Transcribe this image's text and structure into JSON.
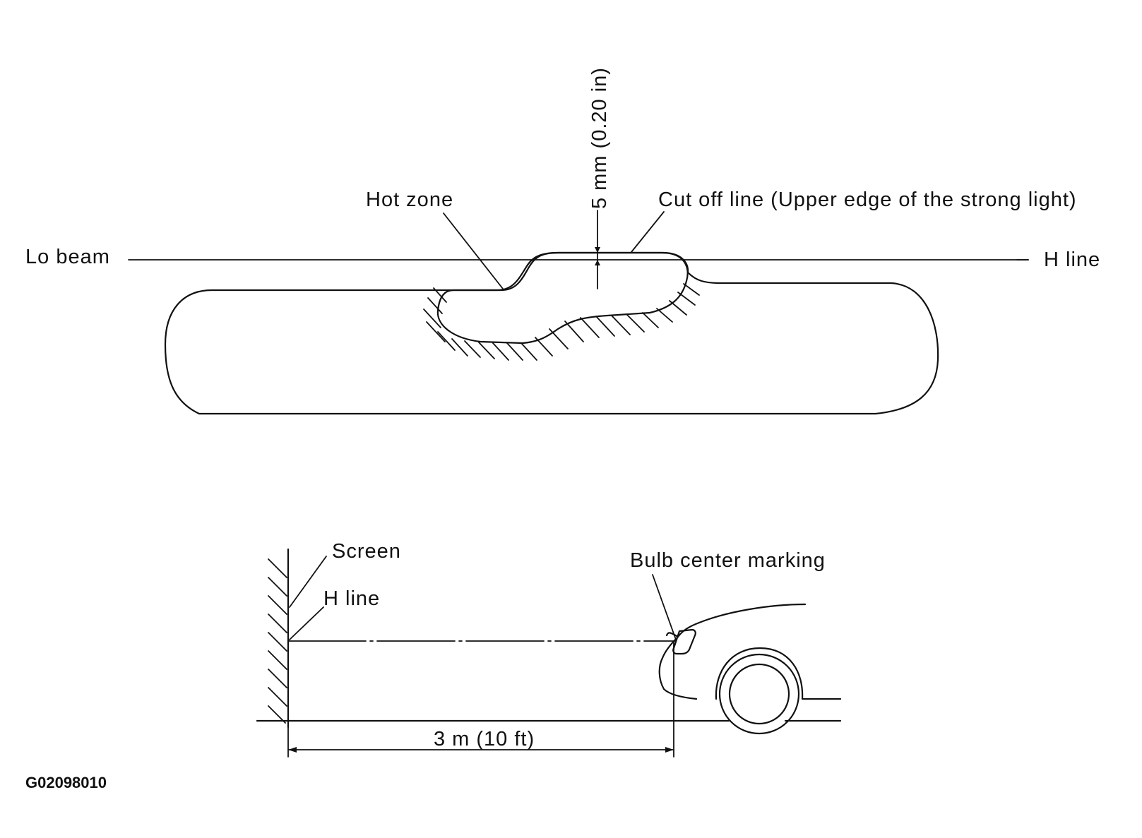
{
  "top_view": {
    "lo_beam_label": "Lo beam",
    "h_line_label": "H line",
    "hot_zone_label": "Hot zone",
    "cut_off_label": "Cut off line (Upper edge of the strong light)",
    "dimension_label": "5 mm (0.20 in)"
  },
  "side_view": {
    "screen_label": "Screen",
    "h_line_label": "H line",
    "bulb_label": "Bulb center marking",
    "distance_label": "3 m (10 ft)"
  },
  "figure_code": "G02098010"
}
